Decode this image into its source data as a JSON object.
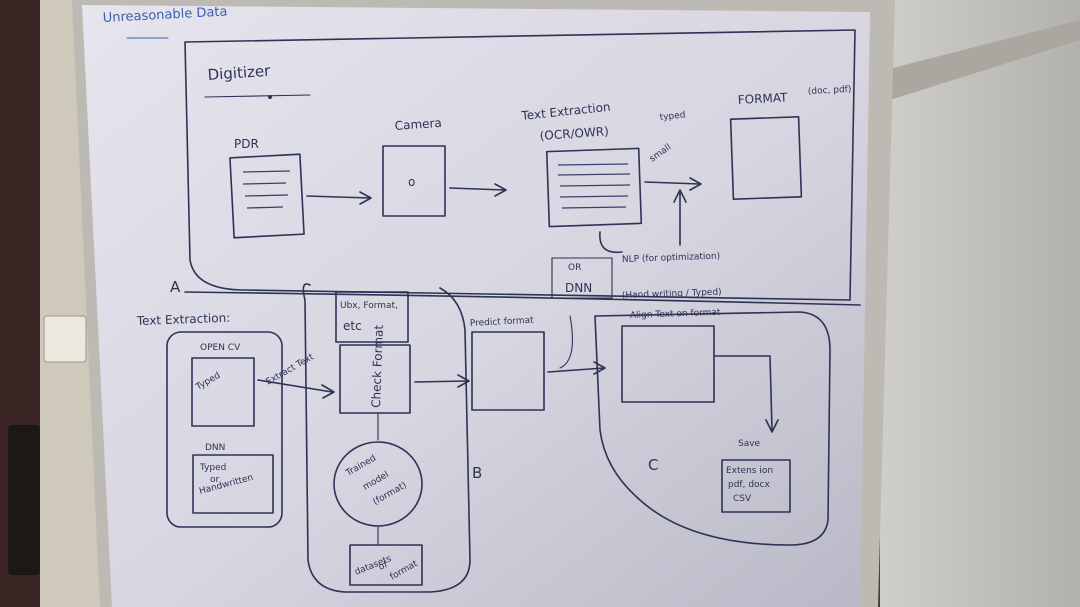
{
  "board_title": "Unreasonable Data",
  "section_a": {
    "heading": "Digitizer",
    "pdr_label": "PDR",
    "camera_label": "Camera",
    "camera_symbol": "o",
    "text_extraction_label": "Text Extraction",
    "ocr_label": "(OCR/OWR)",
    "typed_note": "typed",
    "format_label": "FORMAT",
    "format_note": "(doc, pdf)",
    "small_note": "small",
    "nlp_label": "NLP (for optimization)",
    "or_label": "OR",
    "dnn_label": "DNN",
    "handwriting_note": "(Hand writing / Typed)",
    "align_label": "Align Text on format",
    "marker_a": "A"
  },
  "section_b": {
    "text_extraction_heading": "Text Extraction:",
    "open_cv_label": "OPEN CV",
    "typed_label": "Typed",
    "extract_text_label": "Extract Text",
    "dnn_label": "DNN",
    "typed_or_handwritten": [
      "Typed",
      "or",
      "Handwritten"
    ],
    "top_note": [
      "Ubx, Format,",
      "etc"
    ],
    "check_format_label": "Check Format",
    "trained_model_label": [
      "Trained",
      "model",
      "(format)"
    ],
    "datasets_label": [
      "datasets",
      "of",
      "format"
    ],
    "predict_format_label": "Predict format",
    "marker_b": "B"
  },
  "section_c": {
    "save_label": "Save",
    "save_options": [
      "Extens ion",
      "pdf, docx",
      "CSV"
    ],
    "marker_c": "C"
  },
  "colors": {
    "wall": "#4a3a36",
    "board": "#d9d8e2",
    "frame": "#c9c4bb",
    "ink": "#2c3355",
    "title_ink": "#3b5fb0"
  }
}
